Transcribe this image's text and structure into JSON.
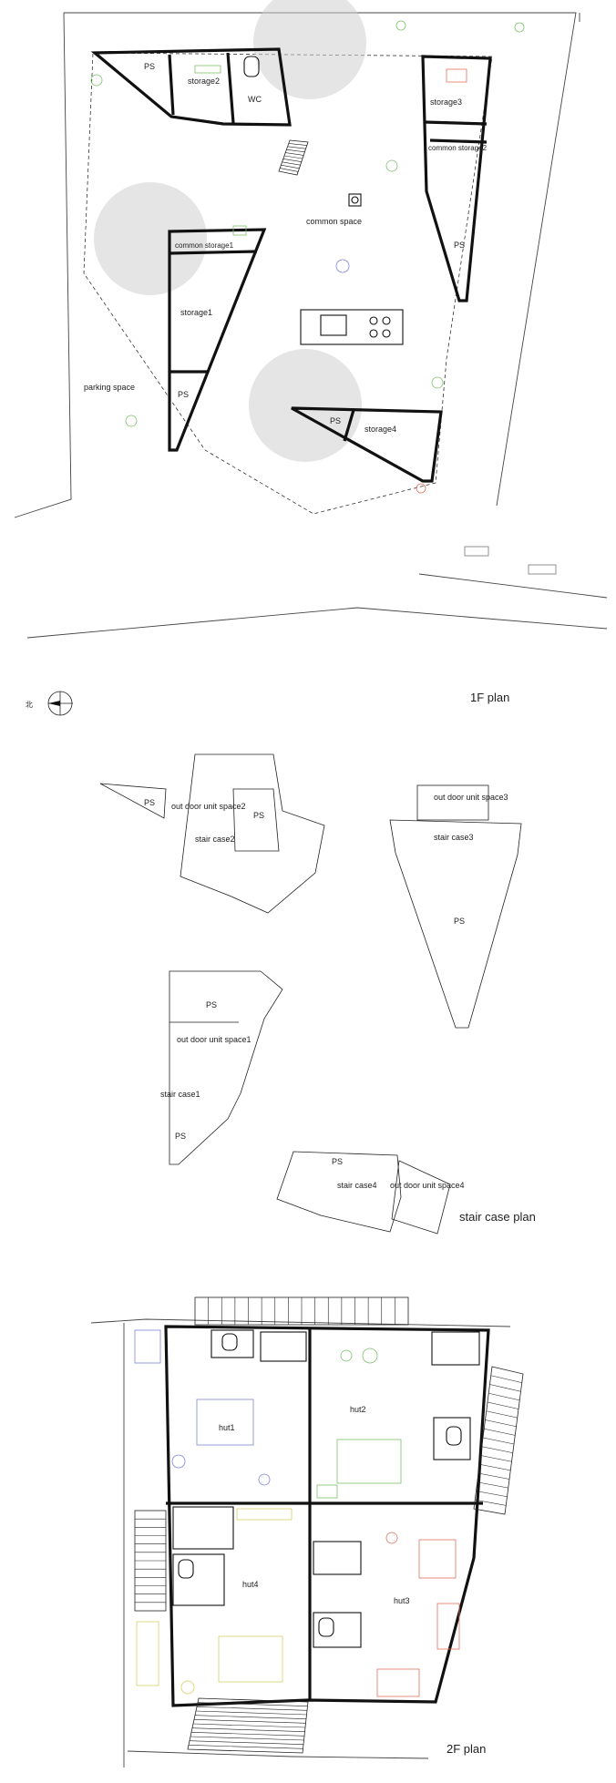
{
  "plans": {
    "first_floor": {
      "title": "1F plan",
      "north_label": "北",
      "rooms": {
        "ps_a": "PS",
        "storage2": "storage2",
        "wc": "WC",
        "storage3": "storage3",
        "common_storage2": "common storage2",
        "ps_b": "PS",
        "common_space": "common space",
        "common_storage1": "common storage1",
        "storage1": "storage1",
        "ps_c": "PS",
        "parking_space": "parking space",
        "ps_d": "PS",
        "storage4": "storage4"
      }
    },
    "stair_case": {
      "title": "stair case plan",
      "rooms": {
        "ps_1": "PS",
        "out_door_unit_space2": "out door unit space2",
        "ps_2": "PS",
        "stair_case2": "stair case2",
        "out_door_unit_space3": "out door unit space3",
        "stair_case3": "stair case3",
        "ps_3": "PS",
        "ps_4": "PS",
        "out_door_unit_space1": "out door unit space1",
        "stair_case1": "stair case1",
        "ps_5": "PS",
        "ps_6": "PS",
        "stair_case4": "stair case4",
        "out_door_unit_space4": "out door unit space4"
      }
    },
    "second_floor": {
      "title": "2F plan",
      "rooms": {
        "hut1": "hut1",
        "hut2": "hut2",
        "hut3": "hut3",
        "hut4": "hut4"
      }
    }
  },
  "colors": {
    "green": "#7cc06a",
    "red": "#e2705c",
    "blue": "#7a86d8",
    "yellow": "#d8cf6a",
    "gray": "#9a9a9a"
  }
}
